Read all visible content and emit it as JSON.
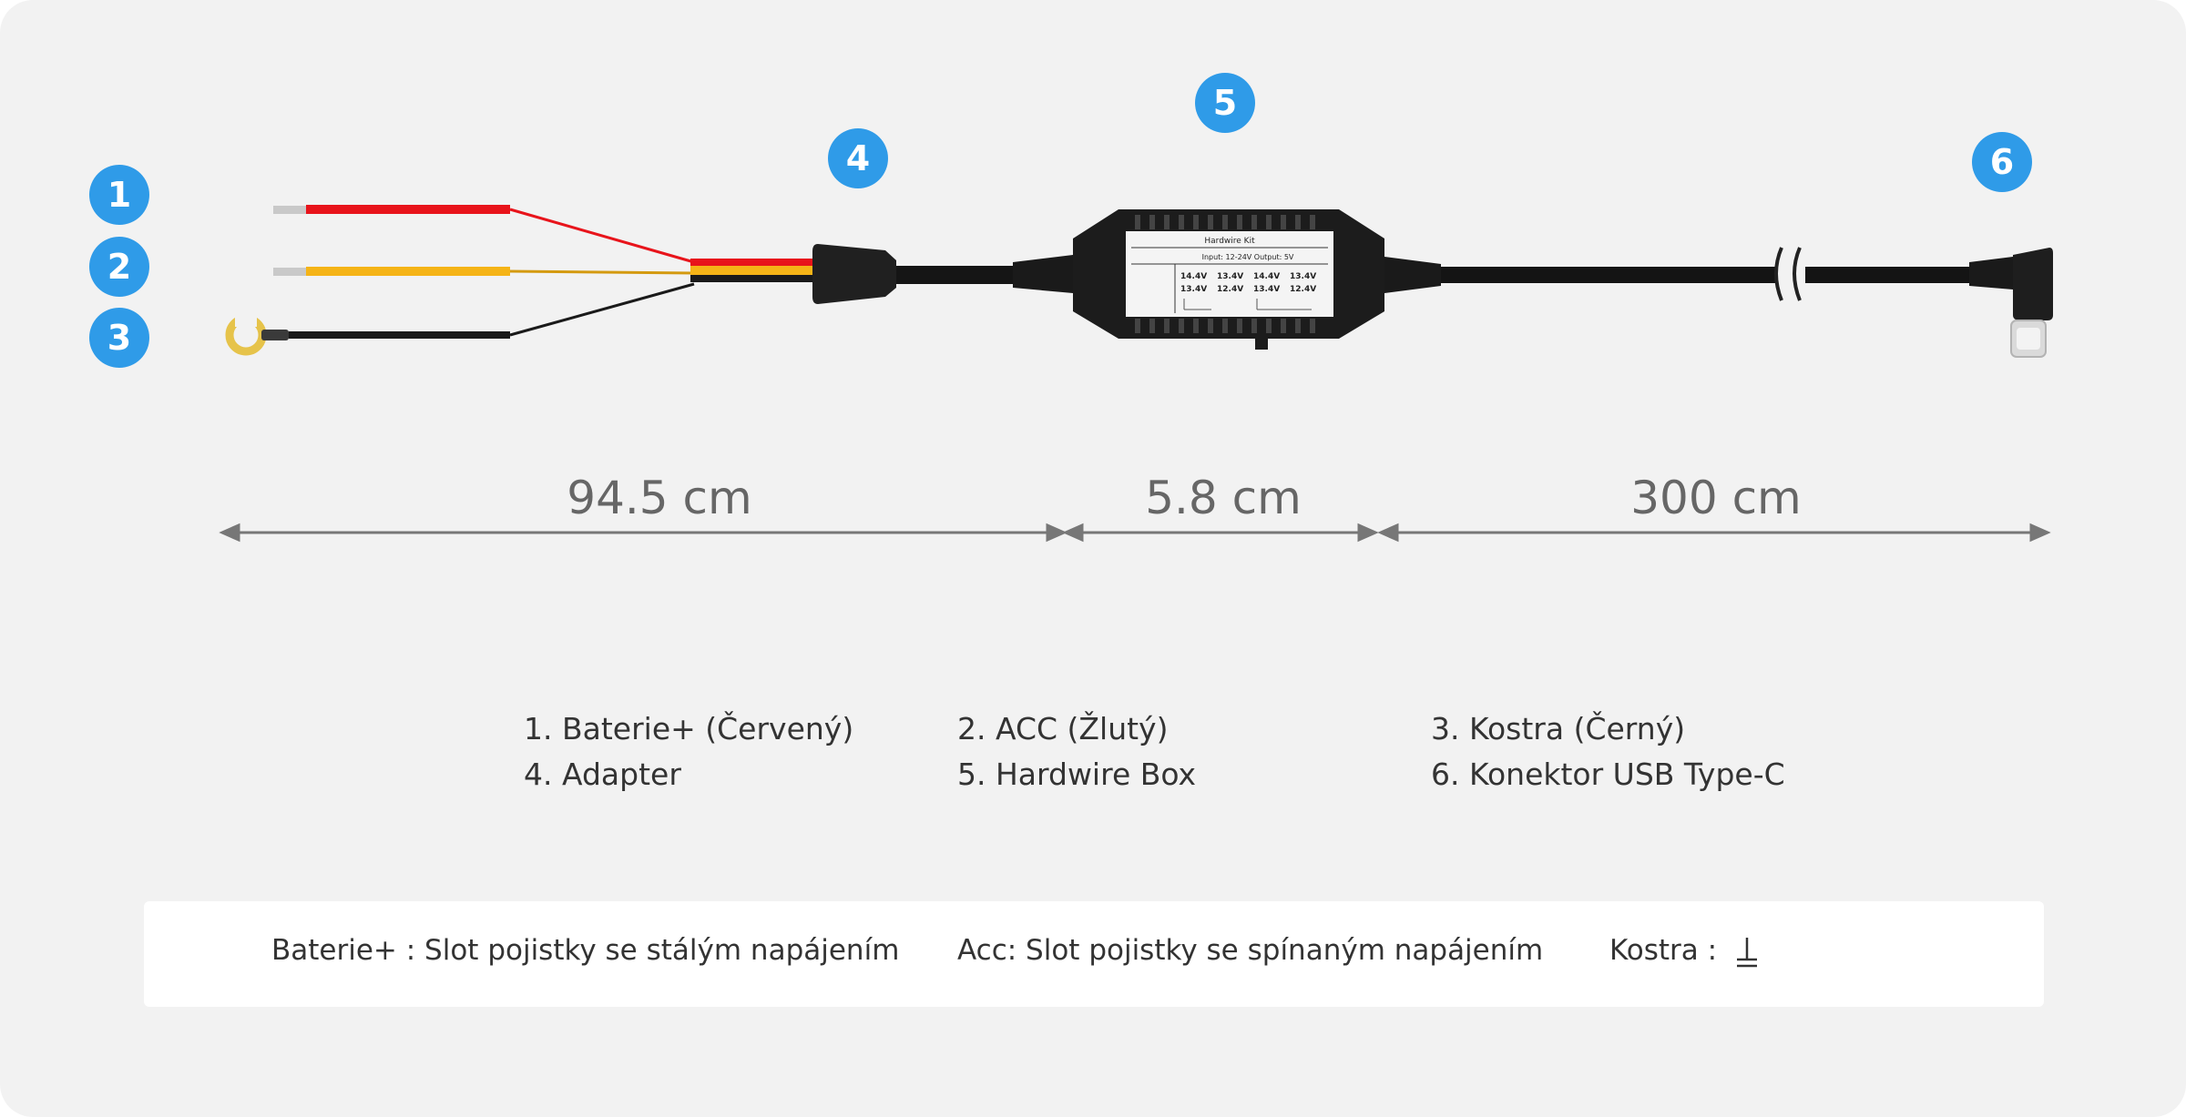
{
  "badges": [
    "1",
    "2",
    "3",
    "4",
    "5",
    "6"
  ],
  "box_label": {
    "title": "Hardwire Kit",
    "spec": "Input: 12-24V Output: 5V",
    "volts": [
      "14.4V",
      "13.4V",
      "14.4V",
      "13.4V",
      "13.4V",
      "12.4V",
      "13.4V",
      "12.4V"
    ]
  },
  "dimensions": [
    "94.5 cm",
    "5.8 cm",
    "300 cm"
  ],
  "legend": [
    "1. Baterie+ (Červený)",
    "2. ACC (Žlutý)",
    "3. Kostra (Černý)",
    "4. Adapter",
    "5. Hardwire Box",
    "6. Konektor USB Type-C"
  ],
  "footer": {
    "battery": "Baterie+ : Slot pojistky se stálým napájením",
    "acc": "Acc: Slot pojistky se spínaným napájením",
    "ground": "Kostra :"
  },
  "colors": {
    "badge": "#2f9be8",
    "red_wire": "#e8141b",
    "yellow_wire": "#f5b417",
    "black_wire": "#1a1a1a"
  }
}
